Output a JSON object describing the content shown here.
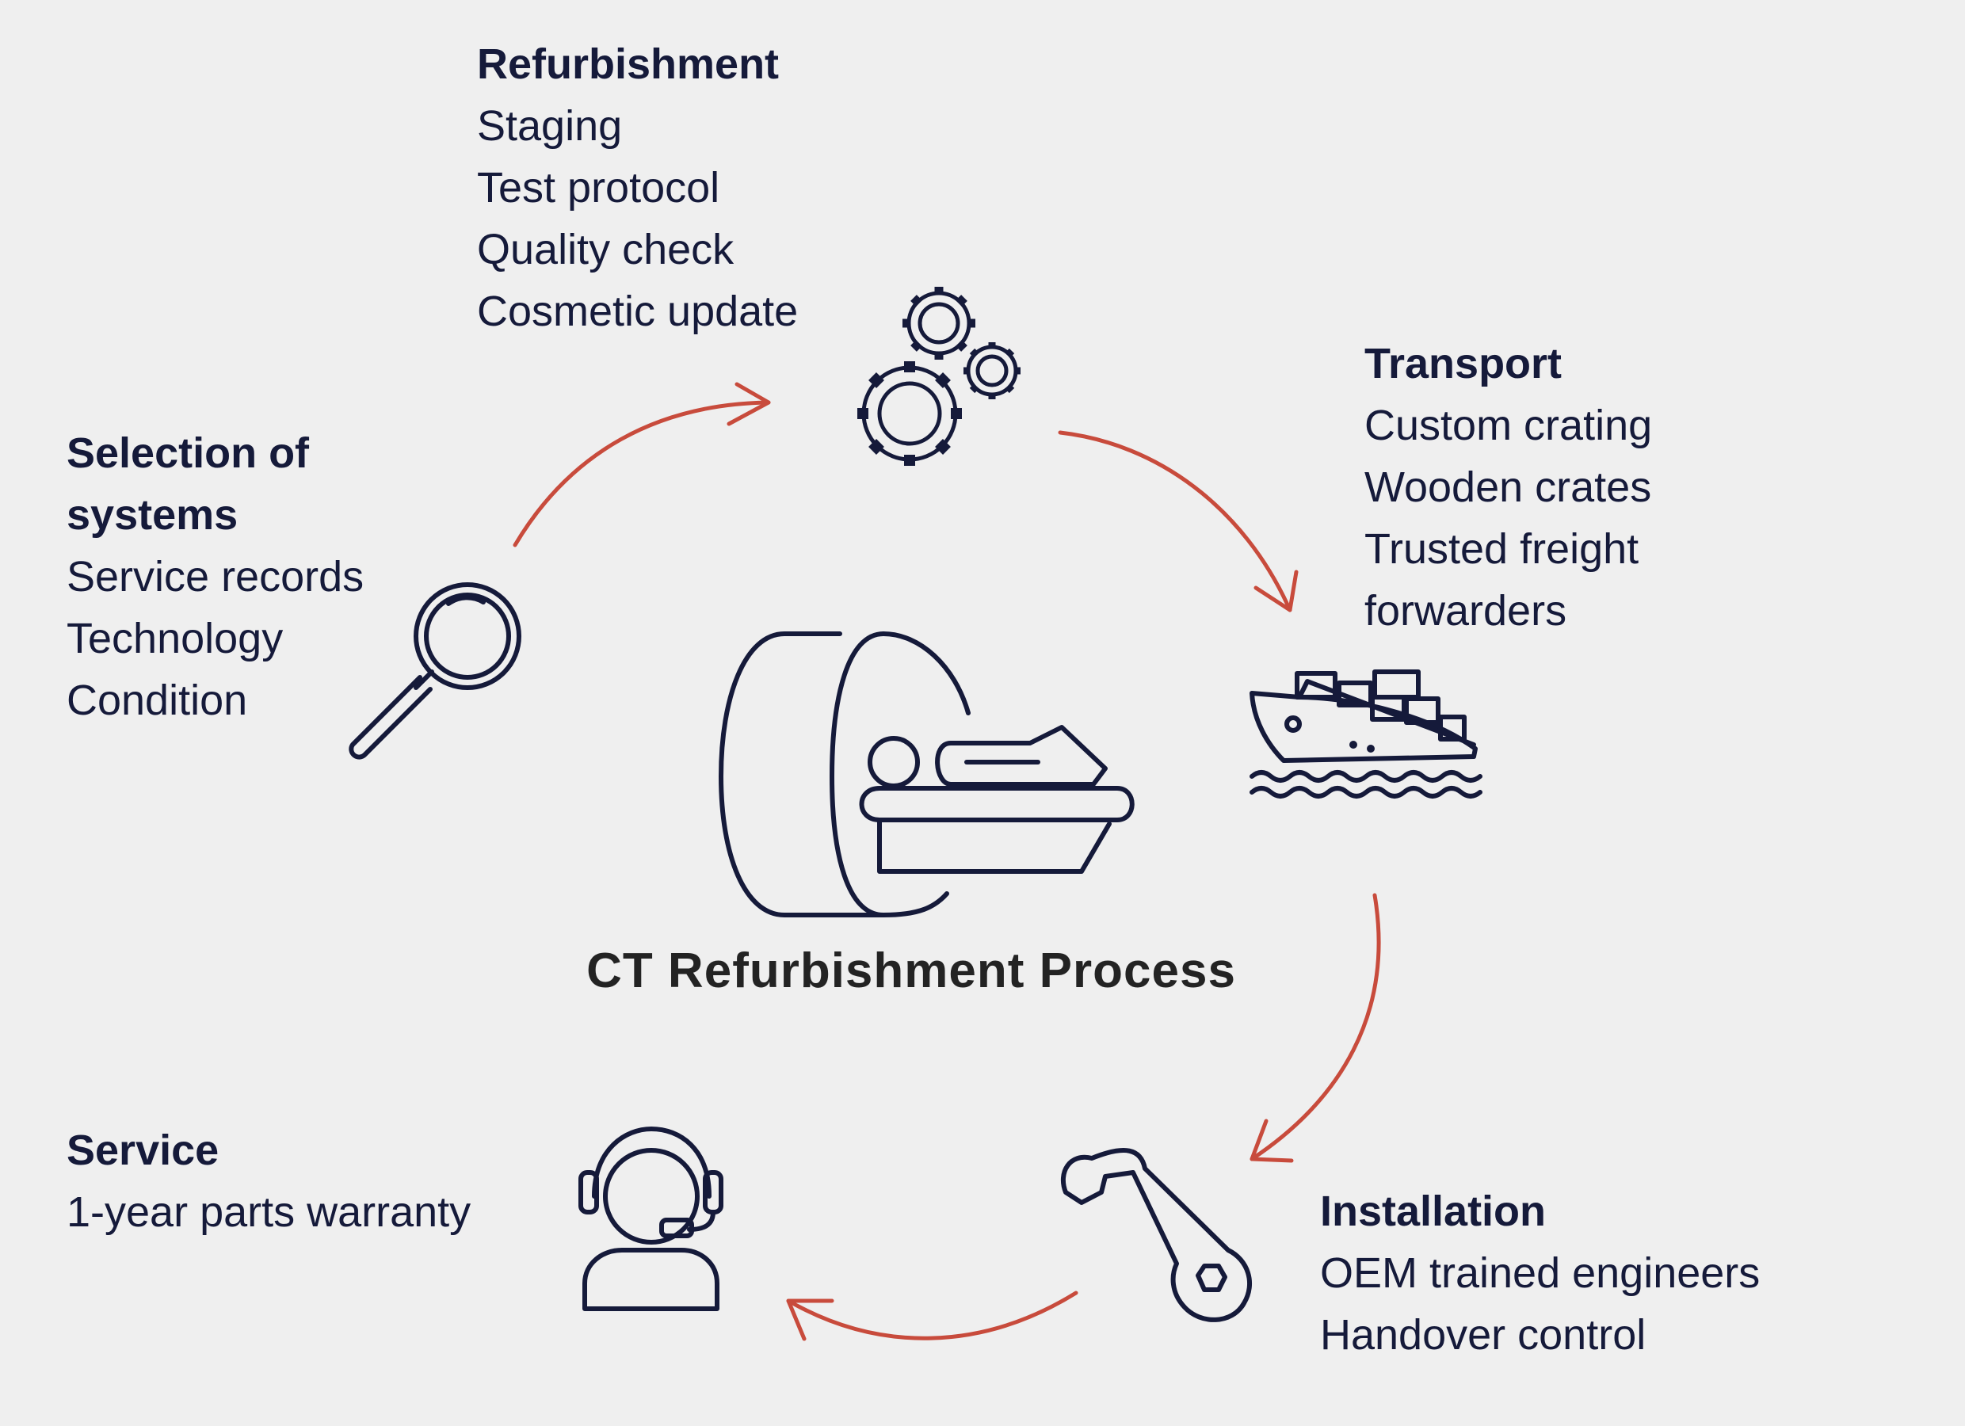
{
  "title": "CT Refurbishment Process",
  "colors": {
    "background": "#efefef",
    "ink": "#151a3a",
    "arrow": "#c84b3c",
    "title": "#232323"
  },
  "stages": {
    "selection": {
      "heading_1": "Selection of",
      "heading_2": "systems",
      "items": [
        "Service records",
        "Technology",
        "Condition"
      ],
      "icon": "magnifier-icon"
    },
    "refurbishment": {
      "heading": "Refurbishment",
      "items": [
        "Staging",
        "Test protocol",
        "Quality check",
        "Cosmetic update"
      ],
      "icon": "gears-icon"
    },
    "transport": {
      "heading": "Transport",
      "items": [
        "Custom crating",
        "Wooden crates",
        "Trusted freight",
        "forwarders"
      ],
      "icon": "cargo-ship-icon"
    },
    "installation": {
      "heading": "Installation",
      "items": [
        "OEM trained engineers",
        "Handover control"
      ],
      "icon": "wrench-icon"
    },
    "service": {
      "heading": "Service",
      "items": [
        "1-year parts warranty"
      ],
      "icon": "headset-agent-icon"
    }
  },
  "center_icon": "ct-scanner-icon"
}
